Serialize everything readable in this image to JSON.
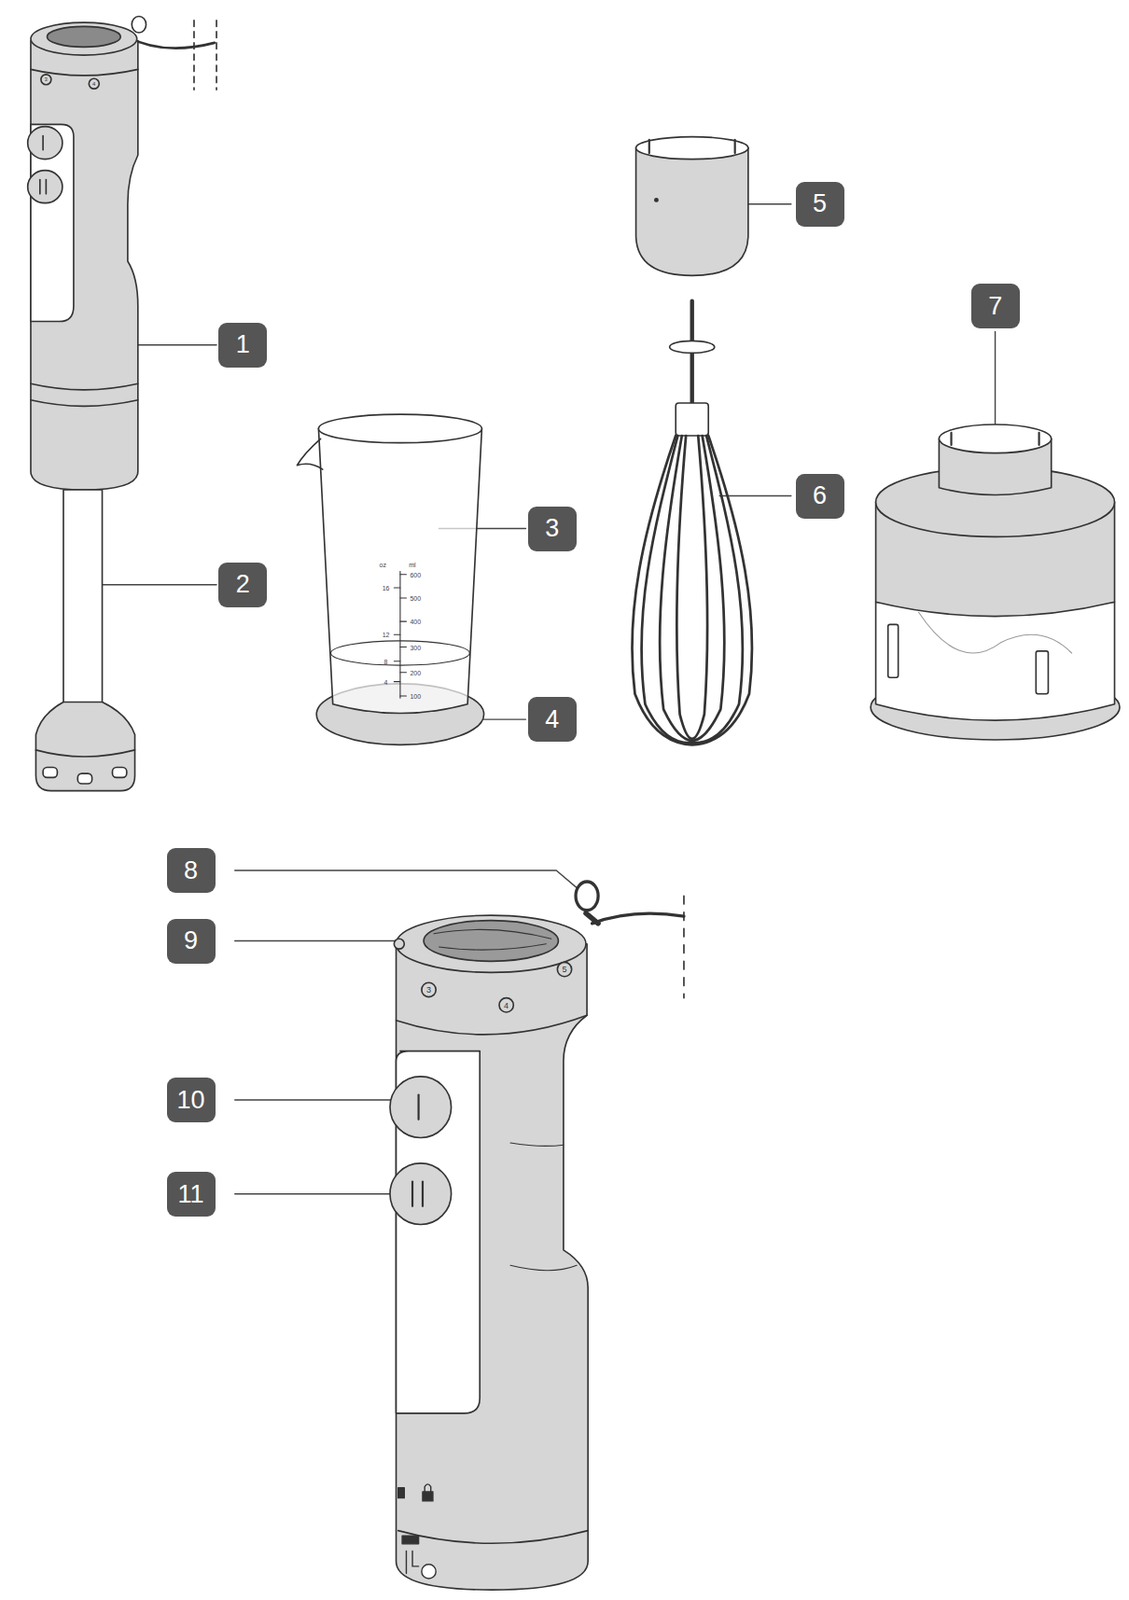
{
  "diagram": {
    "labels": [
      "1",
      "2",
      "3",
      "4",
      "5",
      "6",
      "7",
      "8",
      "9",
      "10",
      "11",
      "oz",
      "ml",
      "600",
      "500",
      "400",
      "300",
      "200",
      "100",
      "16",
      "12",
      "8",
      "4",
      "3",
      "4",
      "3",
      "4",
      "5"
    ]
  }
}
